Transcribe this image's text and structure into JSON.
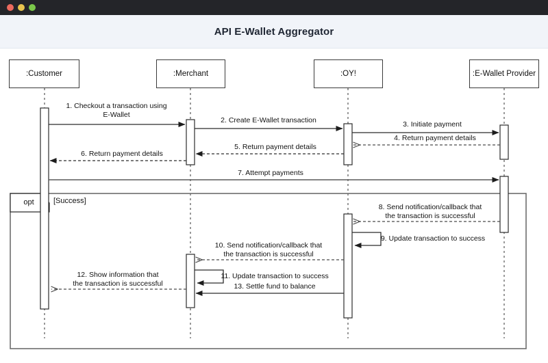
{
  "window": {
    "traffic_lights": [
      "close-red",
      "minimize-yellow",
      "maximize-green"
    ]
  },
  "header": {
    "title": "API E-Wallet Aggregator"
  },
  "diagram": {
    "type": "uml-sequence-diagram",
    "colors": {
      "titlebar": "#242529",
      "header_band": "#f1f4f9",
      "title_text": "#1f2633",
      "line": "#3a3a3a",
      "canvas": "#ffffff"
    },
    "lifelines": [
      {
        "id": "customer",
        "label": ":Customer"
      },
      {
        "id": "merchant",
        "label": ":Merchant"
      },
      {
        "id": "oy",
        "label": ":OY!"
      },
      {
        "id": "ewallet",
        "label": ":E-Wallet Provider"
      }
    ],
    "fragment": {
      "operator": "opt",
      "guard": "[Success]"
    },
    "messages": [
      {
        "num": "1.",
        "text": "1. Checkout a transaction using\nE-Wallet",
        "from": "customer",
        "to": "merchant",
        "style": "solid"
      },
      {
        "num": "2.",
        "text": "2. Create E-Wallet transaction",
        "from": "merchant",
        "to": "oy",
        "style": "solid"
      },
      {
        "num": "3.",
        "text": "3. Initiate payment",
        "from": "oy",
        "to": "ewallet",
        "style": "solid"
      },
      {
        "num": "4.",
        "text": "4. Return payment details",
        "from": "ewallet",
        "to": "oy",
        "style": "dashed"
      },
      {
        "num": "5.",
        "text": "5. Return payment details",
        "from": "oy",
        "to": "merchant",
        "style": "dashed"
      },
      {
        "num": "6.",
        "text": "6. Return payment details",
        "from": "merchant",
        "to": "customer",
        "style": "dashed"
      },
      {
        "num": "7.",
        "text": "7. Attempt payments",
        "from": "customer",
        "to": "ewallet",
        "style": "solid"
      },
      {
        "num": "8.",
        "text": "8. Send notification/callback that\nthe transaction is successful",
        "from": "ewallet",
        "to": "oy",
        "style": "dashed"
      },
      {
        "num": "9.",
        "text": "9. Update transaction to success",
        "from": "oy",
        "to": "oy",
        "style": "self"
      },
      {
        "num": "10.",
        "text": "10. Send notification/callback that\nthe transaction is successful",
        "from": "oy",
        "to": "merchant",
        "style": "dashed"
      },
      {
        "num": "11.",
        "text": "11. Update transaction to success",
        "from": "merchant",
        "to": "merchant",
        "style": "self"
      },
      {
        "num": "12.",
        "text": "12. Show information that\nthe transaction is successful",
        "from": "merchant",
        "to": "customer",
        "style": "dashed"
      },
      {
        "num": "13.",
        "text": "13. Settle fund to balance",
        "from": "oy",
        "to": "merchant",
        "style": "solid"
      }
    ]
  }
}
